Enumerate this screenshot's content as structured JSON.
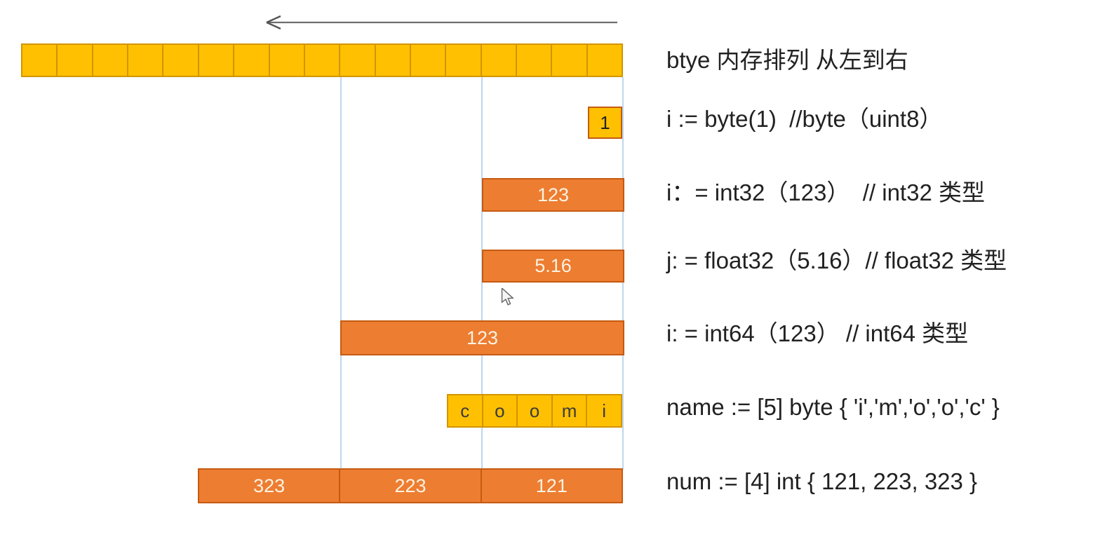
{
  "colors": {
    "yellow_fill": "#FFC001",
    "yellow_border": "#D29500",
    "orange_fill": "#ED7D31",
    "orange_border": "#C55A11",
    "orange_box_text": "#FBF2E2",
    "cell_letter_text": "#3B3B3B",
    "grid_line_blue": "#BDD7EE",
    "arrow_gray": "#6E6E6E",
    "annotation_text": "#212121",
    "background": "#FFFFFF"
  },
  "diagram": {
    "direction_arrow": "left",
    "byte_row": {
      "cell_count": 17
    },
    "boxes": {
      "byte_value": "1",
      "int32_value": "123",
      "float32_value": "5.16",
      "int64_value": "123"
    },
    "name_cells": [
      "c",
      "o",
      "o",
      "m",
      "i"
    ],
    "num_cells": [
      "323",
      "223",
      "121"
    ]
  },
  "annotations": [
    "btye 内存排列 从左到右",
    "i := byte(1)  //byte（uint8）",
    "i：= int32（123）  // int32 类型",
    "j: = float32（5.16）// float32 类型",
    "i: = int64（123） // int64 类型",
    "name := [5] byte { 'i','m','o','o','c' }",
    "num := [4] int { 121, 223, 323 }"
  ]
}
